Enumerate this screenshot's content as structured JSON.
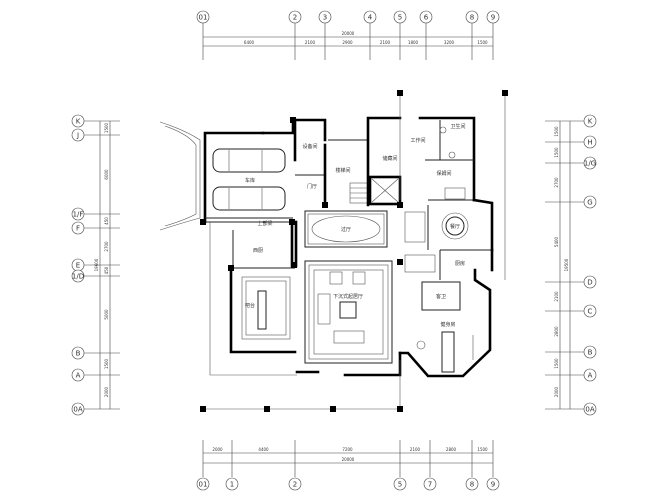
{
  "drawing": {
    "top_axes": [
      "01",
      "2",
      "3",
      "4",
      "5",
      "6",
      "8",
      "9"
    ],
    "top_total": "20000",
    "top_dims": [
      "6400",
      "2100",
      "2900",
      "2100",
      "1800",
      "3200",
      "1500"
    ],
    "bottom_axes": [
      "01",
      "1",
      "2",
      "5",
      "7",
      "8",
      "9"
    ],
    "bottom_total": "20000",
    "bottom_dims": [
      "2000",
      "4400",
      "7200",
      "2100",
      "2800",
      "1500"
    ],
    "left_axes": [
      "K",
      "J",
      "1/F",
      "F",
      "E",
      "1/D",
      "B",
      "A",
      "0A"
    ],
    "left_total": "19600",
    "left_dims": [
      "1500",
      "6000",
      "450",
      "2700",
      "450",
      "5000",
      "1500",
      "2000"
    ],
    "right_axes": [
      "K",
      "H",
      "1/G",
      "G",
      "D",
      "C",
      "B",
      "A",
      "0A"
    ],
    "right_total": "19500",
    "right_dims": [
      "1500",
      "1500",
      "2700",
      "5400",
      "2100",
      "2800",
      "1500",
      "2000"
    ],
    "rooms": {
      "garage": "车库",
      "equipment": "设备间",
      "stair": "楼梯间",
      "entry": "门厅",
      "storage": "储藏间",
      "kitchen": "厨房",
      "work": "工作间",
      "wc": "卫生间",
      "maid": "保姆间",
      "hall": "过厅",
      "dining": "餐厅",
      "western_kitchen": "西厨",
      "bar": "吧台",
      "living": "下沉式起居厅",
      "guest_wc": "客卫",
      "gym": "健身房",
      "beam": "上部梁"
    }
  }
}
